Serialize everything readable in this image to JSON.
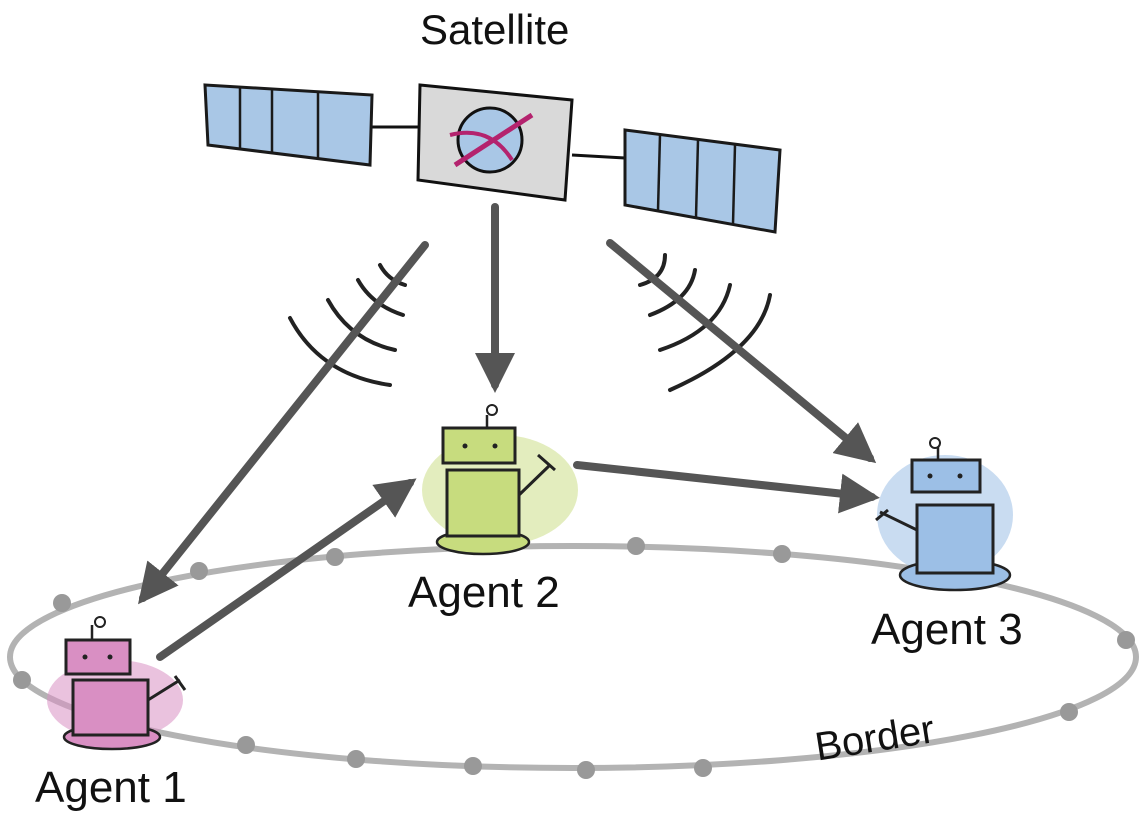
{
  "labels": {
    "satellite": "Satellite",
    "agent1": "Agent 1",
    "agent2": "Agent 2",
    "agent3": "Agent 3",
    "border": "Border"
  },
  "colors": {
    "panel_blue": "#a9c7e6",
    "body_gray": "#d9d9d9",
    "dish_magenta": "#b4236e",
    "agent1_pink": "#d98fc3",
    "agent2_green": "#c7dc7e",
    "agent3_blue": "#9cbfe6",
    "arrow": "#555555",
    "border_ring": "#b3b3b3",
    "border_dots": "#999999"
  }
}
